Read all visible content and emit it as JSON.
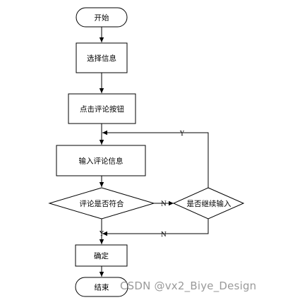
{
  "nodes": {
    "start": "开始",
    "select_info": "选择信息",
    "click_comment_button": "点击评论按钮",
    "input_comment_info": "输入评论信息",
    "comment_valid": "评论是否符合",
    "continue_input": "是否继续输入",
    "confirm": "确定",
    "end": "结束"
  },
  "edge_labels": {
    "yes_loop": "Y",
    "no_to_continue": "N",
    "yes_to_confirm": "Y",
    "no_return": "N"
  },
  "watermark": "CSDN @vx2_Biye_Design"
}
